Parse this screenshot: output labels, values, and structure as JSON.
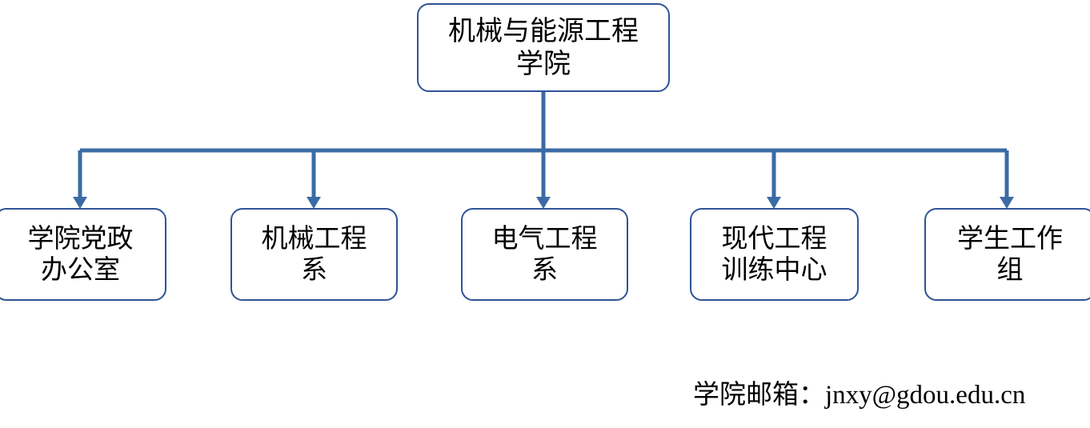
{
  "diagram": {
    "type": "organization-chart",
    "root": {
      "label": "机械与能源工程\n学院"
    },
    "children": [
      {
        "label": "学院党政\n办公室"
      },
      {
        "label": "机械工程\n系"
      },
      {
        "label": "电气工程\n系"
      },
      {
        "label": "现代工程\n训练中心"
      },
      {
        "label": "学生工作\n组"
      }
    ]
  },
  "footer": {
    "email_label": "学院邮箱：",
    "email_address": "jnxy@gdou.edu.cn"
  },
  "colors": {
    "box_border": "#2E5496",
    "connector": "#3B6BA5",
    "box_fill": "#FFFFFF",
    "text": "#000000",
    "background": "#FFFFFF"
  }
}
